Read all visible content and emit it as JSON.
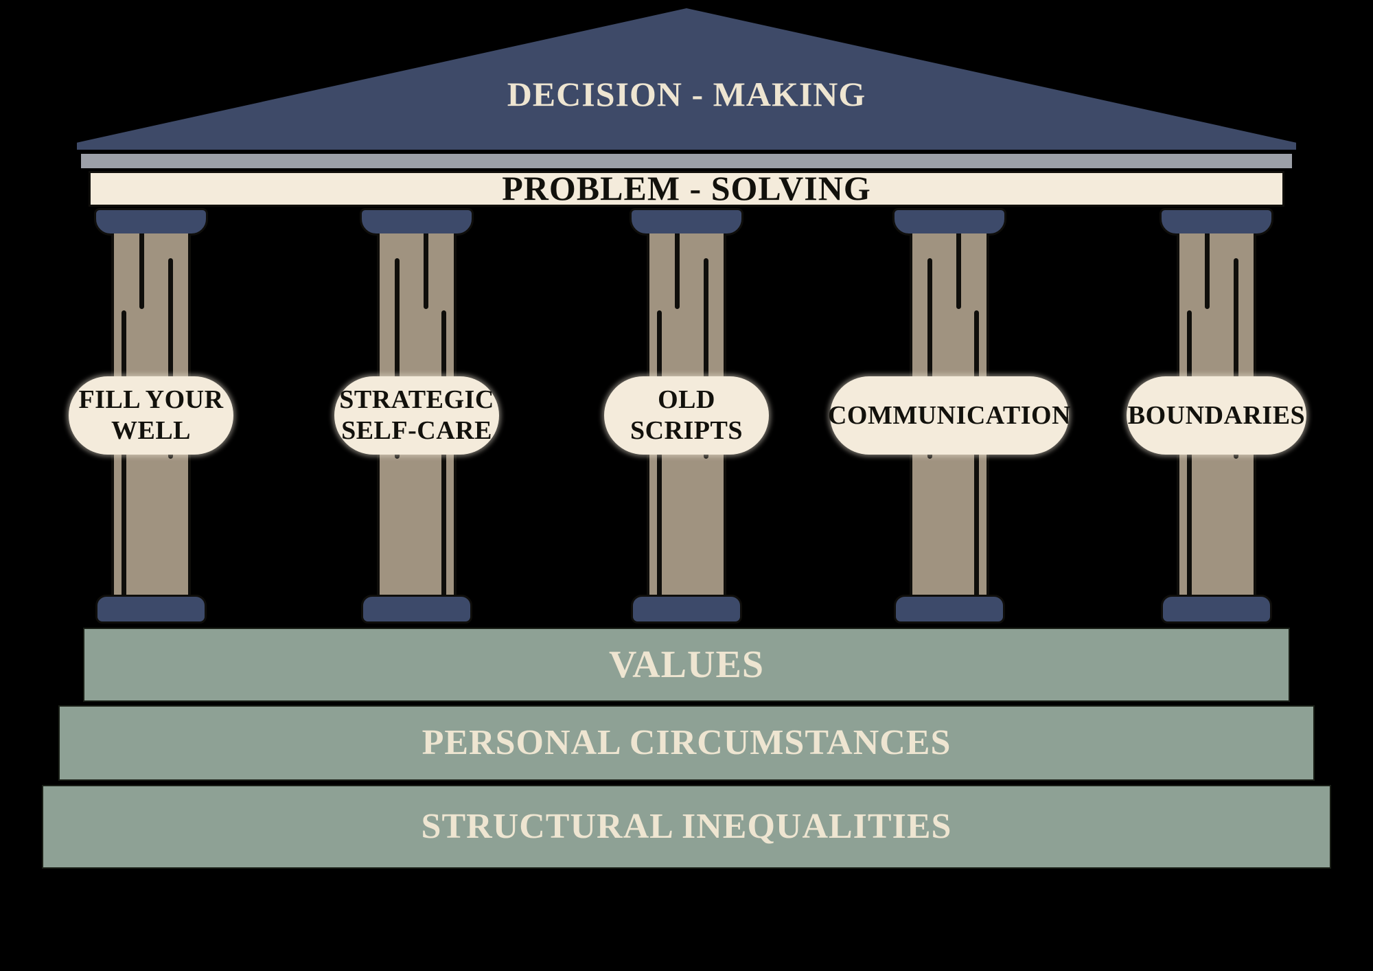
{
  "pediment": {
    "label": "DECISION - MAKING"
  },
  "architrave": {
    "label": "PROBLEM - SOLVING"
  },
  "pillars": [
    {
      "label": "FILL YOUR\nWELL"
    },
    {
      "label": "STRATEGIC\nSELF-CARE"
    },
    {
      "label": "OLD\nSCRIPTS"
    },
    {
      "label": "COMMUNICATION"
    },
    {
      "label": "BOUNDARIES"
    }
  ],
  "steps": [
    {
      "label": "VALUES"
    },
    {
      "label": "PERSONAL CIRCUMSTANCES"
    },
    {
      "label": "STRUCTURAL INEQUALITIES"
    }
  ],
  "colors": {
    "background": "#000000",
    "roof-navy": "#3e4a68",
    "gray-band": "#9ca0a8",
    "cream": "#f4ebdb",
    "taupe": "#a09380",
    "navy": "#3d4a6a",
    "sage": "#8ea195",
    "text-cream": "#eee5d1",
    "text-dark": "#12110c",
    "outline": "#0f0e0b"
  }
}
